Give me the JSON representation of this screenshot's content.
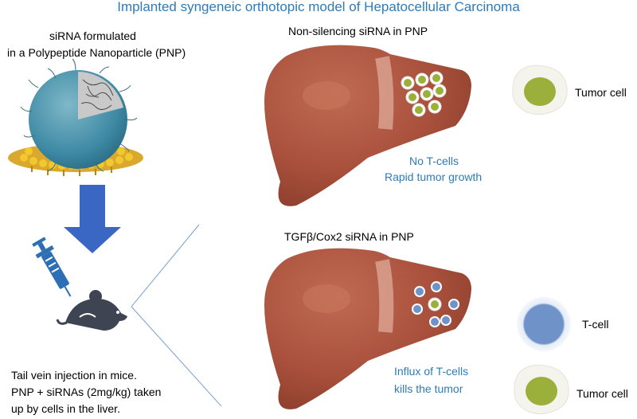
{
  "title": "Implanted syngeneic orthotopic model of Hepatocellular Carcinoma",
  "pnp": {
    "line1": "siRNA formulated",
    "line2": "in a Polypeptide Nanoparticle (PNP)"
  },
  "panel_top": {
    "heading": "Non-silencing siRNA in PNP",
    "result_line1": "No T-cells",
    "result_line2": "Rapid tumor growth"
  },
  "panel_bottom": {
    "heading": "TGFβ/Cox2 siRNA in PNP",
    "result_line1": "Influx of T-cells",
    "result_line2": "kills the tumor"
  },
  "legend": {
    "tumor_cell": "Tumor cell",
    "t_cell": "T-cell"
  },
  "injection": {
    "line1": "Tail vein injection in mice.",
    "line2": "PNP + siRNAs (2mg/kg)  taken",
    "line3": "up by cells in the liver."
  },
  "colors": {
    "title_blue": "#2e7bb8",
    "liver": "#a8503c",
    "tumor_green": "#9bb03a",
    "t_cell_blue": "#6f93c8",
    "arrow_blue": "#3a66c4"
  }
}
